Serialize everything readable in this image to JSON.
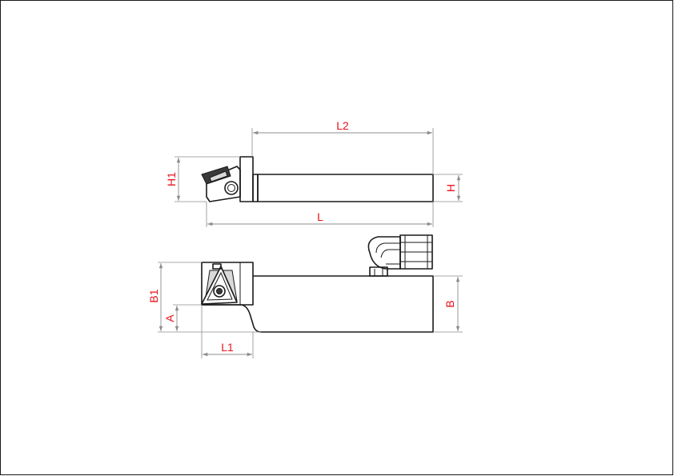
{
  "colors": {
    "dimension_label": "#e8141b",
    "outline": "#1a1a1a",
    "dimension_line": "#8c8c8c",
    "background": "#ffffff"
  },
  "dimensions": {
    "L2": "L2",
    "L": "L",
    "H1": "H1",
    "H": "H",
    "B1": "B1",
    "A": "A",
    "B": "B",
    "L1": "L1"
  }
}
